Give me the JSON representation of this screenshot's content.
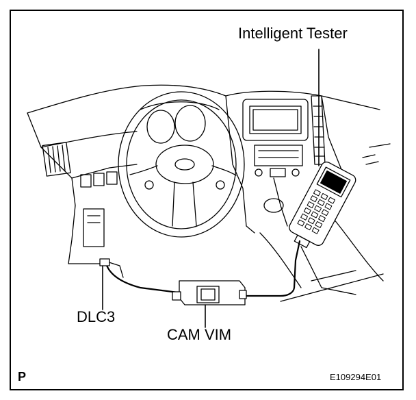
{
  "labels": {
    "tester": "Intelligent Tester",
    "dlc": "DLC3",
    "vim": "CAM VIM",
    "corner_mark": "P",
    "figure_code": "E109294E01"
  },
  "colors": {
    "line": "#000000",
    "background": "#ffffff"
  }
}
